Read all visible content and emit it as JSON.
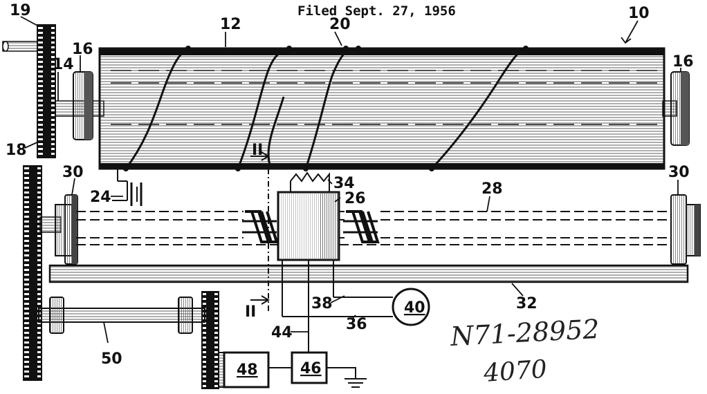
{
  "header": {
    "filed": "Filed Sept. 27, 1956"
  },
  "labels": {
    "l10": "10",
    "l12": "12",
    "l14": "14",
    "l16a": "16",
    "l16b": "16",
    "l18": "18",
    "l19": "19",
    "l20": "20",
    "l24": "24",
    "l26": "26",
    "l28": "28",
    "l30a": "30",
    "l30b": "30",
    "l32": "32",
    "l34": "34",
    "l36": "36",
    "l38": "38",
    "l40": "40",
    "l44": "44",
    "l46": "46",
    "l48": "48",
    "l50": "50",
    "sectionTop": "II",
    "sectionBottom": "II"
  },
  "handwriting": {
    "line1": "N71-28952",
    "line2": "4070"
  },
  "colors": {
    "ink": "#111111",
    "paper": "#ffffff"
  }
}
